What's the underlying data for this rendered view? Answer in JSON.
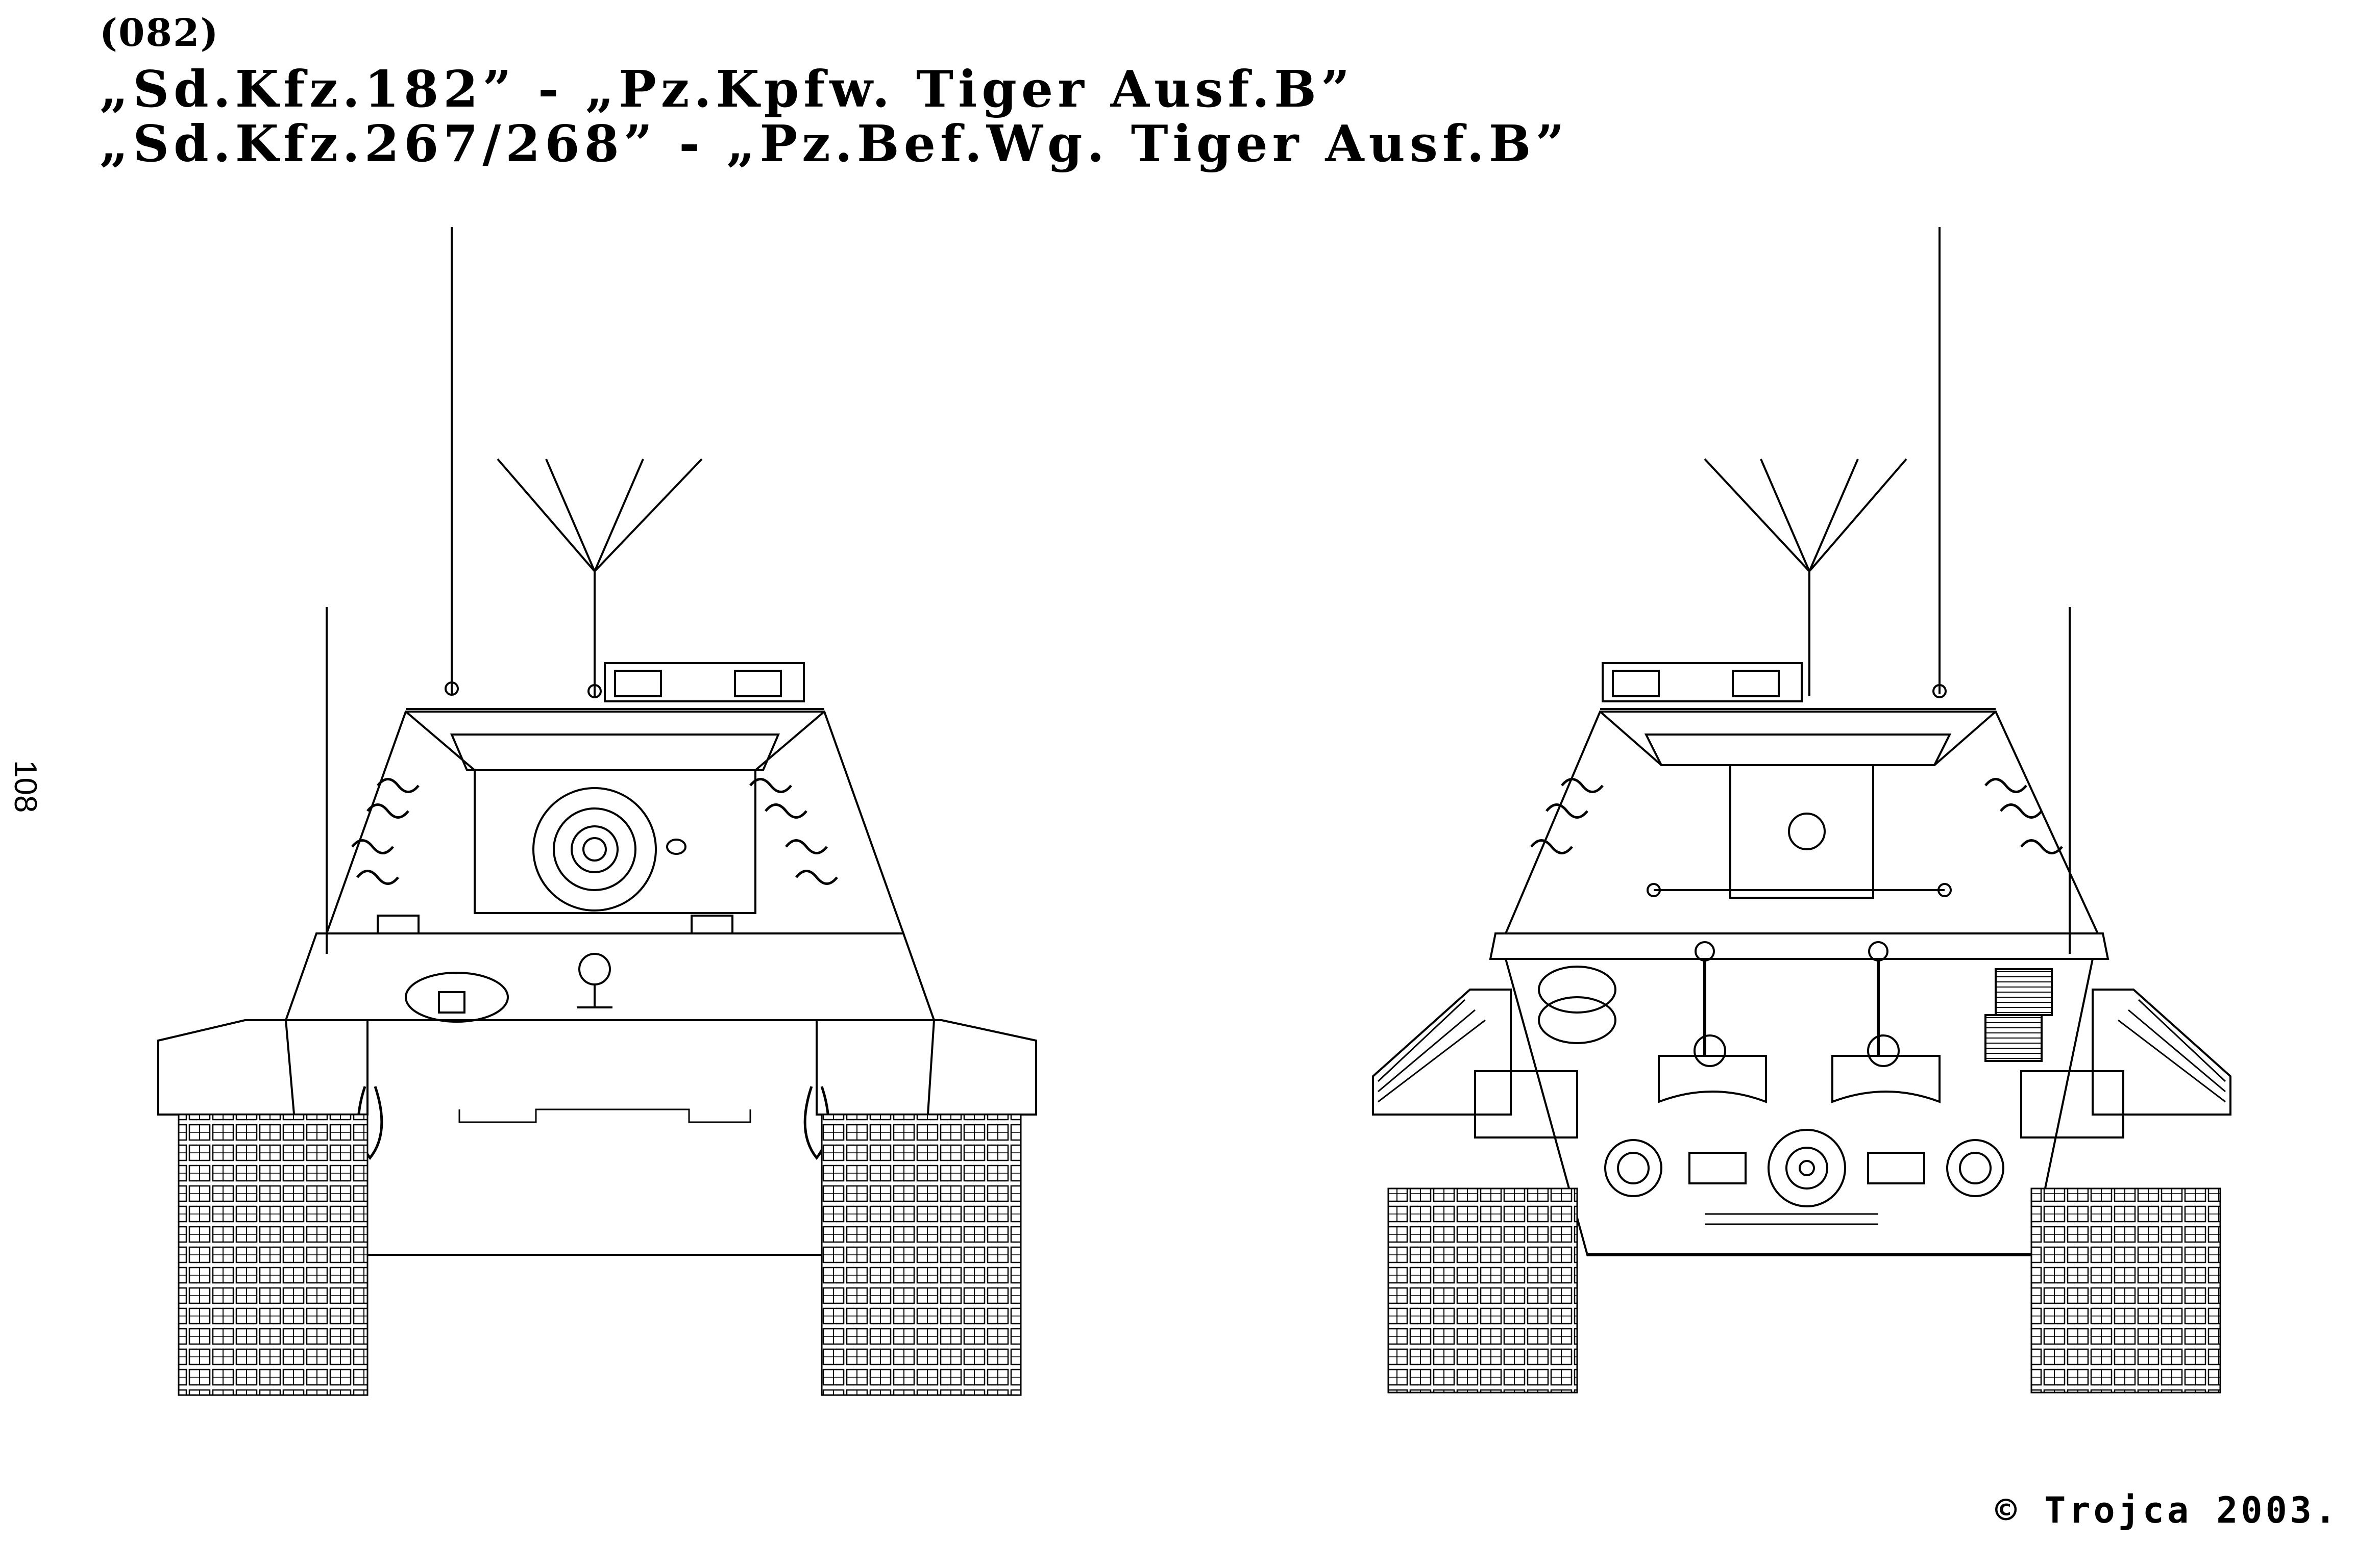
{
  "header": {
    "code": "(082)",
    "line1": "„Sd.Kfz.182” - „Pz.Kpfw. Tiger Ausf.B”",
    "line2": "„Sd.Kfz.267/268” - „Pz.Bef.Wg. Tiger Ausf.B”"
  },
  "page_number": "108",
  "copyright": "© Trojca 2003."
}
